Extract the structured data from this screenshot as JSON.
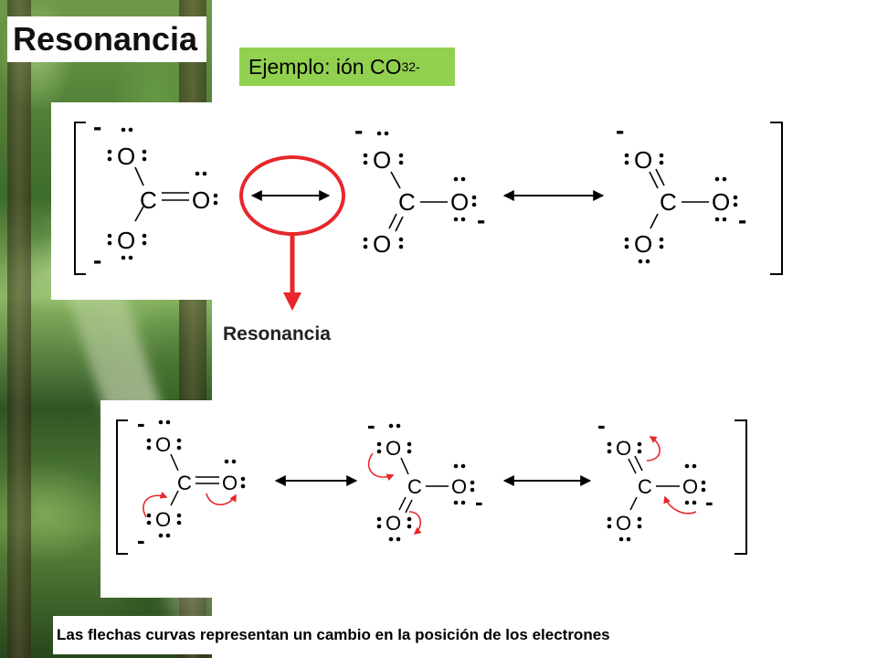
{
  "title": "Resonancia",
  "example": {
    "prefix": "Ejemplo: ión CO",
    "subscript": "3",
    "superscript": "2-"
  },
  "resonance_label": "Resonancia",
  "caption": "Las flechas curvas representan un cambio en la posición de los electrones",
  "atoms": {
    "carbon": "C",
    "oxygen": "O",
    "charge": "-"
  },
  "colors": {
    "highlight": "#e8262b",
    "accent_box": "#92d050",
    "bond": "#000000"
  }
}
